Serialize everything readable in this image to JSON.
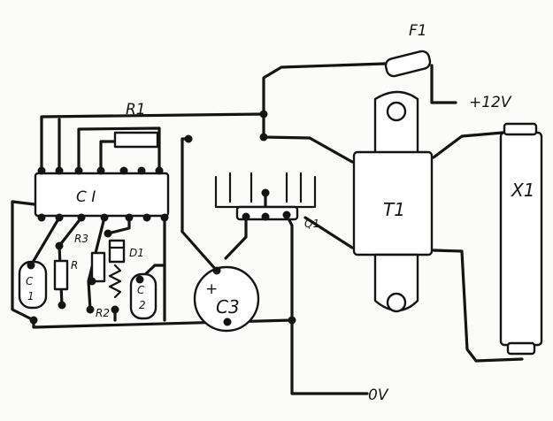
{
  "labels": {
    "fuse": "F1",
    "supply_positive": "+12V",
    "supply_ground": "0V",
    "transformer": "T1",
    "load": "X1",
    "ic": "C I",
    "trimmer": "R1",
    "transistor": "Q1",
    "cap_c1": "C",
    "cap_c1_num": "1",
    "cap_c2": "C",
    "cap_c2_num": "2",
    "cap_c3": "C3",
    "cap_c3_polarity": "+",
    "res_r": "R",
    "res_r2": "R2",
    "res_r3": "R3",
    "diode": "D1"
  }
}
